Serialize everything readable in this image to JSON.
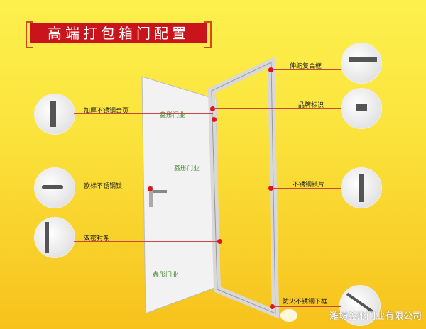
{
  "title": "高端打包箱门配置",
  "labels_left": [
    "加厚不锈钢合页",
    "欧标不锈钢锁",
    "双密封条"
  ],
  "labels_right": [
    "伸缩复合框",
    "品牌标识",
    "不锈钢锁片",
    "防火不锈钢下框"
  ],
  "door_brand": "鑫彤门业",
  "watermark": "潍坊鑫彤门业有限公司",
  "colors": {
    "banner": "#c8141a",
    "accent_dot": "#e0141a"
  }
}
